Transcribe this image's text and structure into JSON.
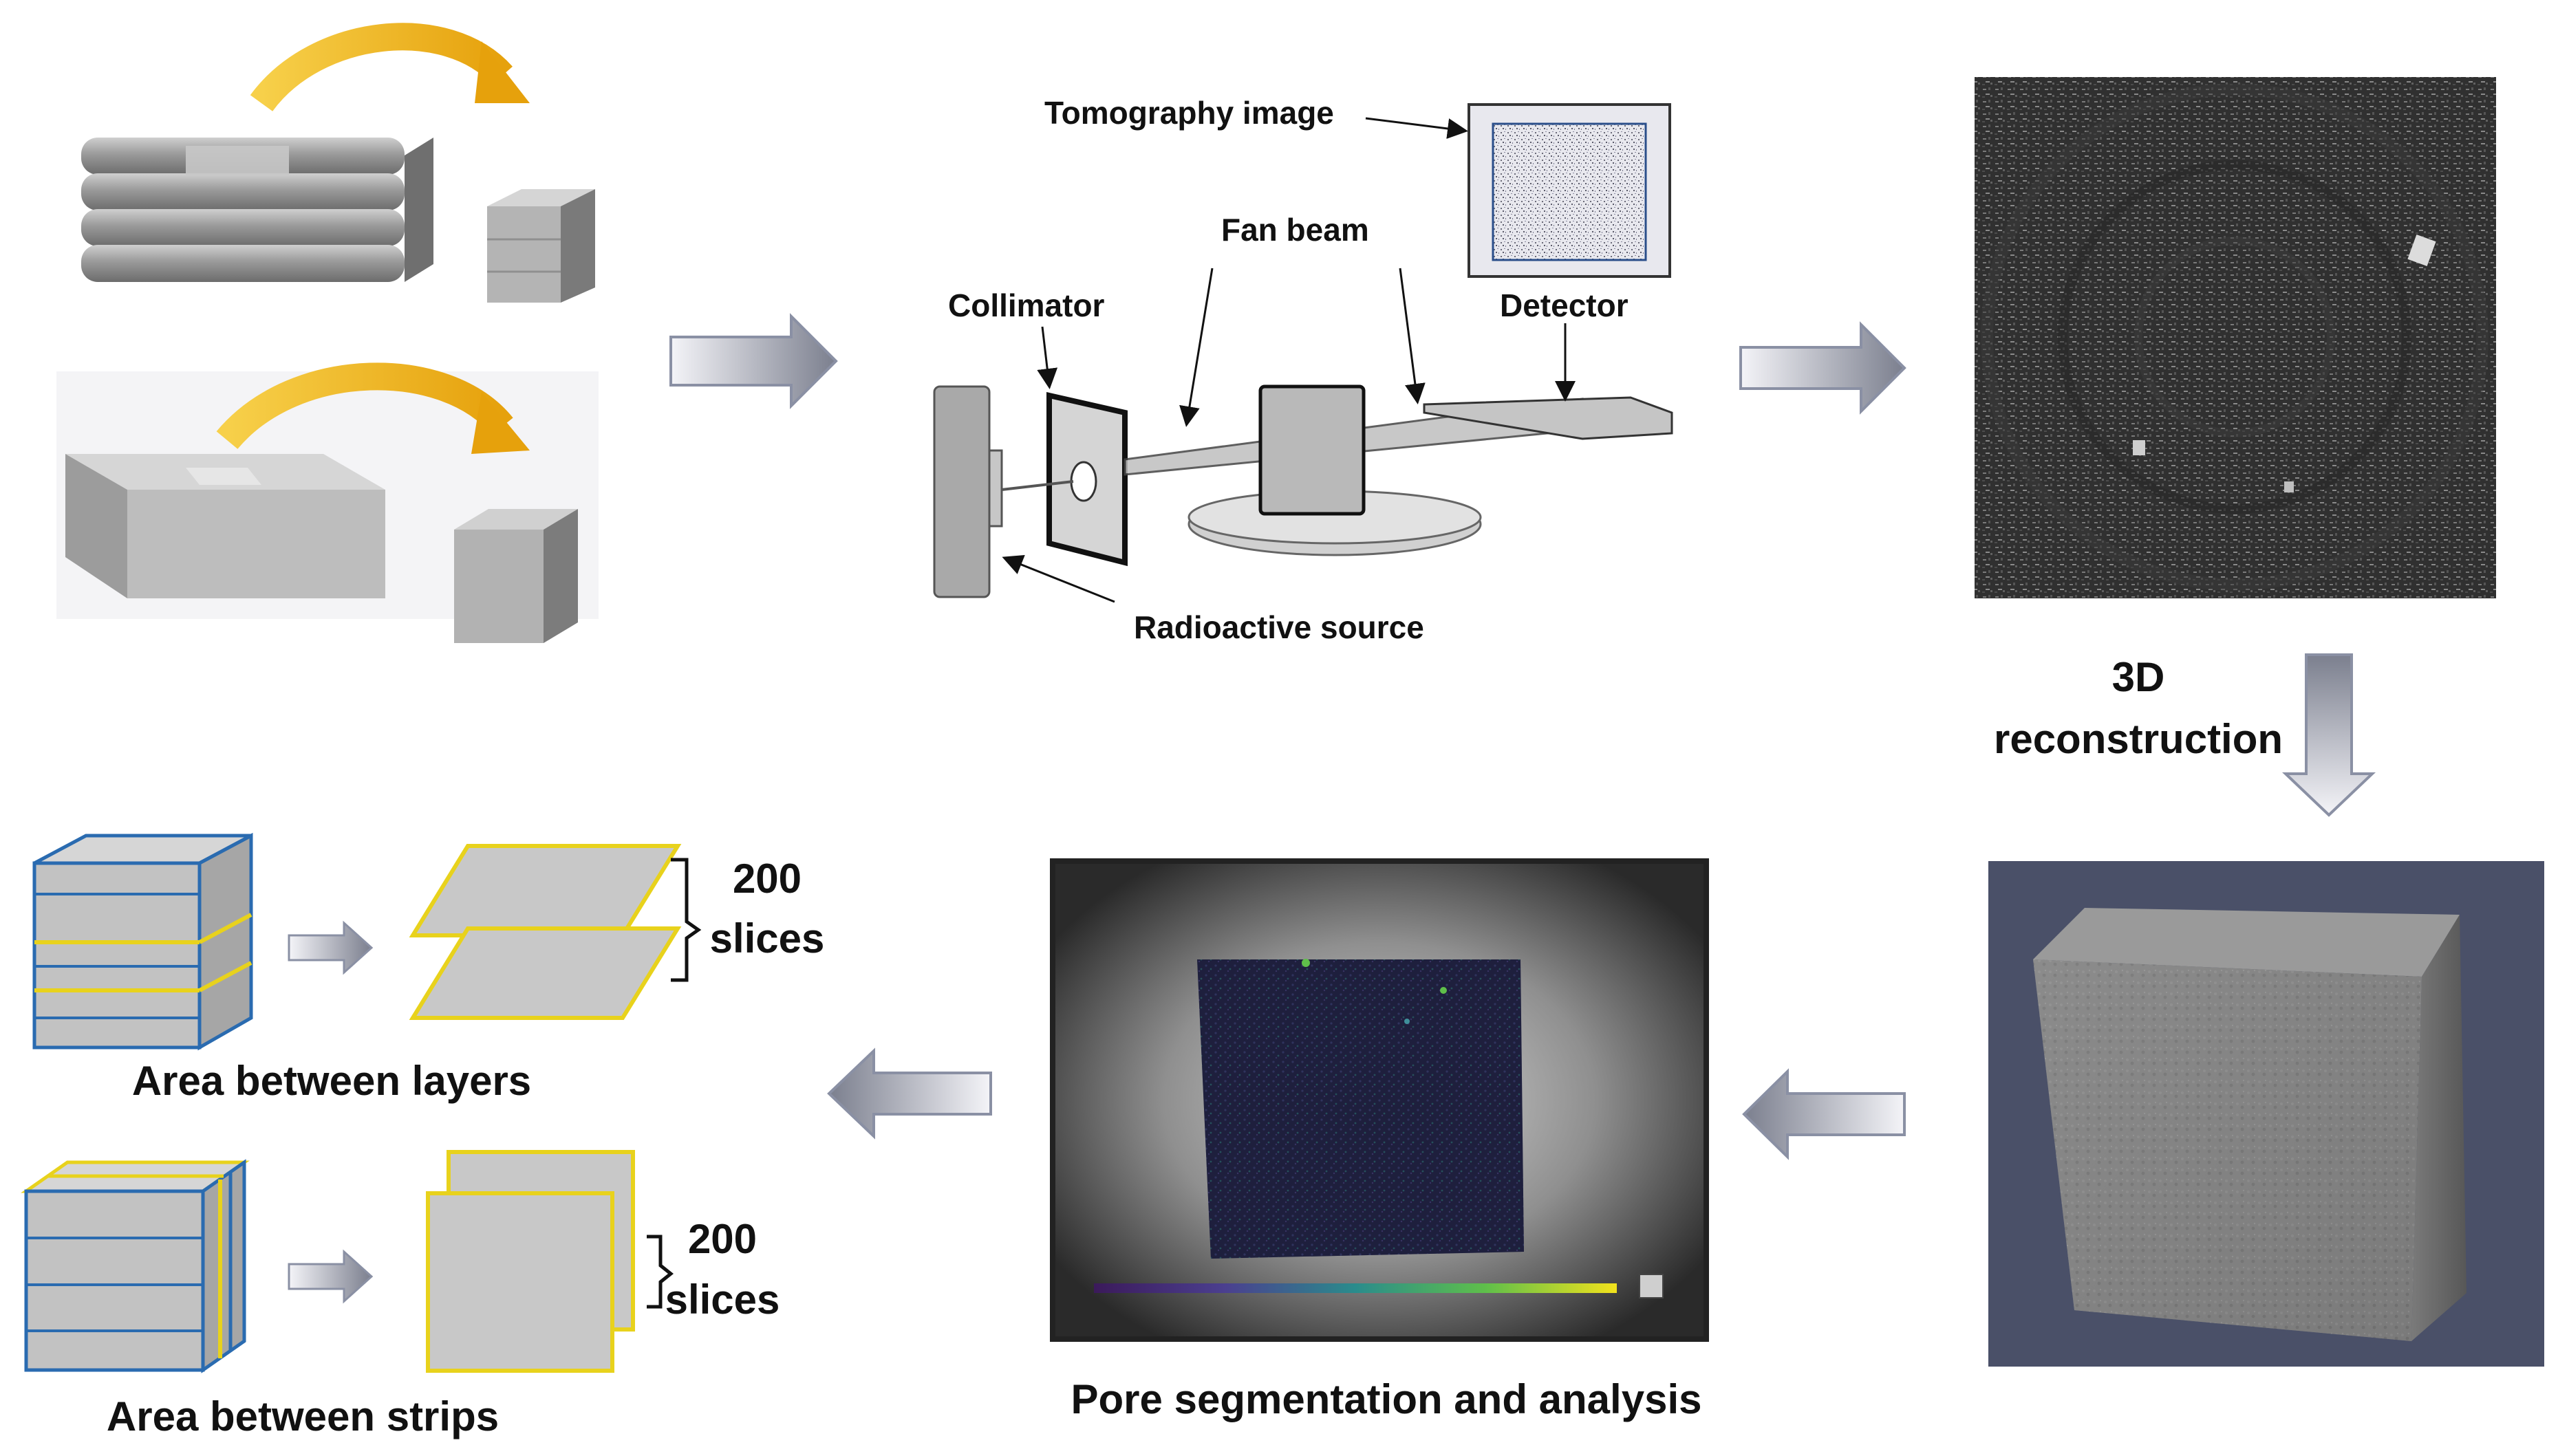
{
  "labels": {
    "tomography_image": "Tomography image",
    "fan_beam": "Fan beam",
    "collimator": "Collimator",
    "detector": "Detector",
    "radioactive_source": "Radioactive source",
    "reconstruction_line1": "3D",
    "reconstruction_line2": "reconstruction",
    "slices_count_top": "200",
    "slices_word_top": "slices",
    "slices_count_bottom": "200",
    "slices_word_bottom": "slices",
    "area_between_layers": "Area between layers",
    "area_between_strips": "Area between strips",
    "pore_segmentation": "Pore segmentation and analysis"
  },
  "colors": {
    "curved_arrow": "#f2b51e",
    "layer_line": "#e8d21c",
    "strip_line": "#2a6bb0",
    "block_gray": "#bcbcbc",
    "ct_dark": "#2b2b2b",
    "render_bg": "#4a5068",
    "pore_cloud": "#1f2140"
  }
}
